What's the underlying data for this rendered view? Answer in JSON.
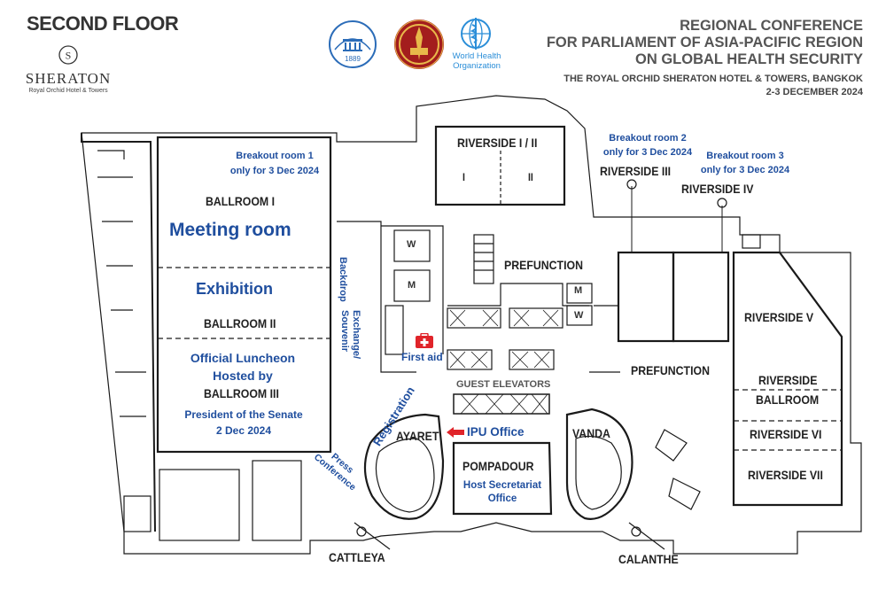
{
  "header": {
    "floor": "SECOND FLOOR",
    "hotel_name": "SHERATON",
    "hotel_subtitle": "Royal Orchid Hotel & Towers",
    "who_line1": "World Health",
    "who_line2": "Organization",
    "ipu_year": "1889",
    "conference_line1": "REGIONAL CONFERENCE",
    "conference_line2": "FOR PARLIAMENT OF ASIA-PACIFIC REGION",
    "conference_line3": "ON GLOBAL HEALTH SECURITY",
    "venue": "THE ROYAL ORCHID SHERATON HOTEL & TOWERS, BANGKOK",
    "dates": "2-3 DECEMBER 2024"
  },
  "rooms": {
    "ballroom1": "BALLROOM I",
    "ballroom2": "BALLROOM II",
    "ballroom3": "BALLROOM III",
    "riverside12": "RIVERSIDE I / II",
    "riverside_i": "I",
    "riverside_ii": "II",
    "riverside3": "RIVERSIDE III",
    "riverside4": "RIVERSIDE IV",
    "riverside5": "RIVERSIDE V",
    "riverside_ballroom_1": "RIVERSIDE",
    "riverside_ballroom_2": "BALLROOM",
    "riverside6": "RIVERSIDE VI",
    "riverside7": "RIVERSIDE VII",
    "prefunction_top": "PREFUNCTION",
    "prefunction_right": "PREFUNCTION",
    "guest_elevators": "GUEST ELEVATORS",
    "ayaret": "AYARET",
    "vanda": "VANDA",
    "pompadour": "POMPADOUR",
    "cattleya": "CATTLEYA",
    "calanthe": "CALANTHE",
    "w1": "W",
    "m1": "M",
    "m2": "M",
    "w2": "W"
  },
  "annotations": {
    "breakout1_line1": "Breakout room 1",
    "breakout1_line2": "only for 3 Dec 2024",
    "breakout2_line1": "Breakout room 2",
    "breakout2_line2": "only for 3 Dec 2024",
    "breakout3_line1": "Breakout room 3",
    "breakout3_line2": "only for 3 Dec 2024",
    "meeting_room": "Meeting room",
    "exhibition": "Exhibition",
    "luncheon_line1": "Official Luncheon",
    "luncheon_line2": "Hosted by",
    "luncheon_line3": "President of the Senate",
    "luncheon_line4": "2 Dec 2024",
    "backdrop": "Backdrop",
    "exchange": "Exchange/",
    "souvenir": "Souvenir",
    "first_aid": "First aid",
    "registration": "Registration",
    "press_line1": "Press",
    "press_line2": "Conference",
    "ipu_office": "IPU Office",
    "host_line1": "Host Secretariat",
    "host_line2": "Office"
  },
  "colors": {
    "annotation_blue": "#1f4e9e",
    "first_aid_red": "#e0242a",
    "wall": "#1a1a1a"
  }
}
